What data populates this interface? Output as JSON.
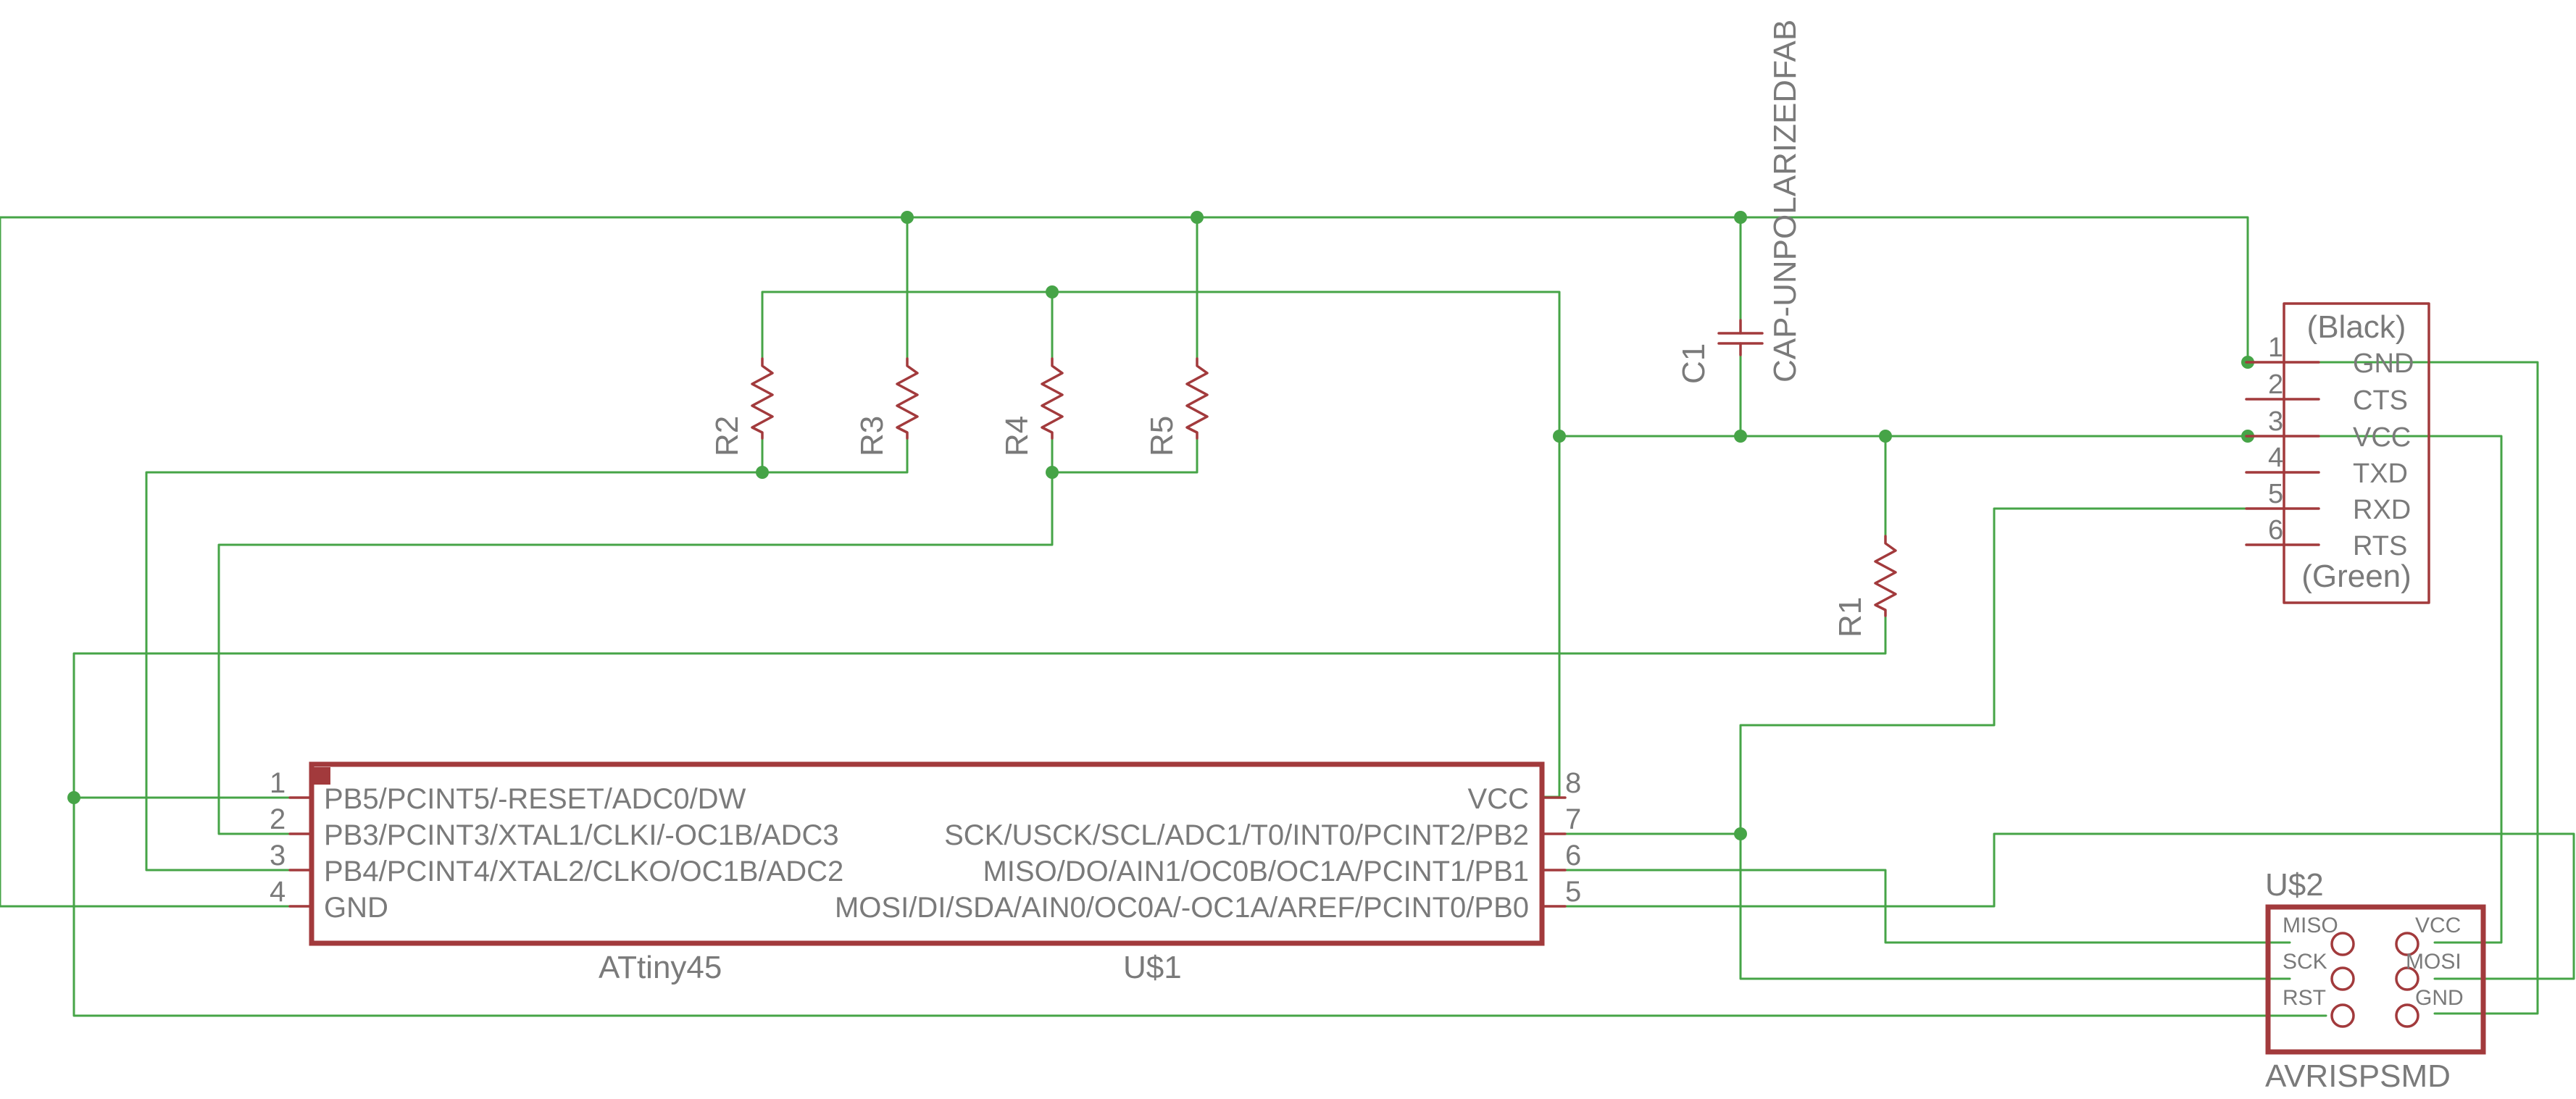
{
  "chip": {
    "name": "U$1",
    "value": "ATtiny45",
    "pins_left": [
      {
        "num": "1",
        "name": "PB5/PCINT5/-RESET/ADC0/DW"
      },
      {
        "num": "2",
        "name": "PB3/PCINT3/XTAL1/CLKI/-OC1B/ADC3"
      },
      {
        "num": "3",
        "name": "PB4/PCINT4/XTAL2/CLKO/OC1B/ADC2"
      },
      {
        "num": "4",
        "name": "GND"
      }
    ],
    "pins_right": [
      {
        "num": "8",
        "name": "VCC"
      },
      {
        "num": "7",
        "name": "SCK/USCK/SCL/ADC1/T0/INT0/PCINT2/PB2"
      },
      {
        "num": "6",
        "name": "MISO/DO/AIN1/OC0B/OC1A/PCINT1/PB1"
      },
      {
        "num": "5",
        "name": "MOSI/DI/SDA/AIN0/OC0A/-OC1A/AREF/PCINT0/PB0"
      }
    ]
  },
  "resistors": [
    "R1",
    "R2",
    "R3",
    "R4",
    "R5"
  ],
  "capacitor": {
    "name": "C1",
    "value": "CAP-UNPOLARIZEDFAB"
  },
  "ftdi": {
    "top_label": "(Black)",
    "bottom_label": "(Green)",
    "pins": [
      {
        "num": "1",
        "name": "GND"
      },
      {
        "num": "2",
        "name": "CTS"
      },
      {
        "num": "3",
        "name": "VCC"
      },
      {
        "num": "4",
        "name": "TXD"
      },
      {
        "num": "5",
        "name": "RXD"
      },
      {
        "num": "6",
        "name": "RTS"
      }
    ]
  },
  "isp": {
    "name": "U$2",
    "value": "AVRISPSMD",
    "left_pins": [
      "MISO",
      "SCK",
      "RST"
    ],
    "right_pins": [
      "VCC",
      "MOSI",
      "GND"
    ]
  },
  "colors": {
    "wire": "#46a447",
    "part": "#a23a3c",
    "text": "#7a7a7a"
  }
}
